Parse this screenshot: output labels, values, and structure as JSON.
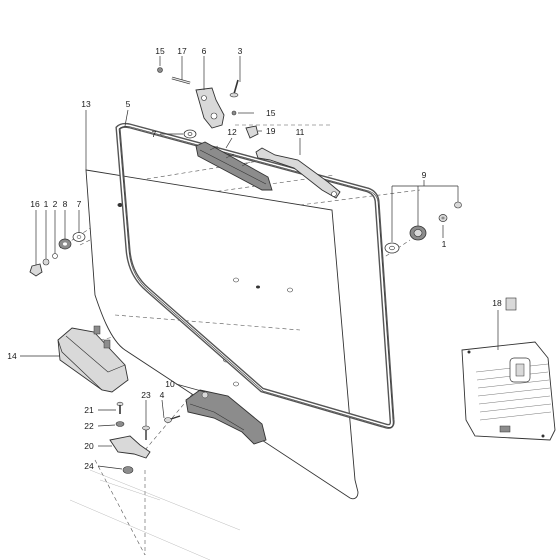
{
  "callouts": [
    {
      "id": "c15a",
      "text": "15"
    },
    {
      "id": "c17",
      "text": "17"
    },
    {
      "id": "c6",
      "text": "6"
    },
    {
      "id": "c3",
      "text": "3"
    },
    {
      "id": "c13",
      "text": "13"
    },
    {
      "id": "c5",
      "text": "5"
    },
    {
      "id": "c15b",
      "text": "15"
    },
    {
      "id": "c7a",
      "text": "7"
    },
    {
      "id": "c12",
      "text": "12"
    },
    {
      "id": "c19",
      "text": "19"
    },
    {
      "id": "c11",
      "text": "11"
    },
    {
      "id": "c9",
      "text": "9"
    },
    {
      "id": "c16",
      "text": "16"
    },
    {
      "id": "c1a",
      "text": "1"
    },
    {
      "id": "c2",
      "text": "2"
    },
    {
      "id": "c8",
      "text": "8"
    },
    {
      "id": "c7b",
      "text": "7"
    },
    {
      "id": "c1b",
      "text": "1"
    },
    {
      "id": "c18",
      "text": "18"
    },
    {
      "id": "c14",
      "text": "14"
    },
    {
      "id": "c10",
      "text": "10"
    },
    {
      "id": "c23",
      "text": "23"
    },
    {
      "id": "c4",
      "text": "4"
    },
    {
      "id": "c21",
      "text": "21"
    },
    {
      "id": "c22",
      "text": "22"
    },
    {
      "id": "c20",
      "text": "20"
    },
    {
      "id": "c24",
      "text": "24"
    }
  ],
  "colors": {
    "line": "#333333",
    "glass_fill": "#ffffff",
    "seal": "#555555",
    "part_fill": "#d9d9d9",
    "part_dark": "#8c8c8c"
  }
}
